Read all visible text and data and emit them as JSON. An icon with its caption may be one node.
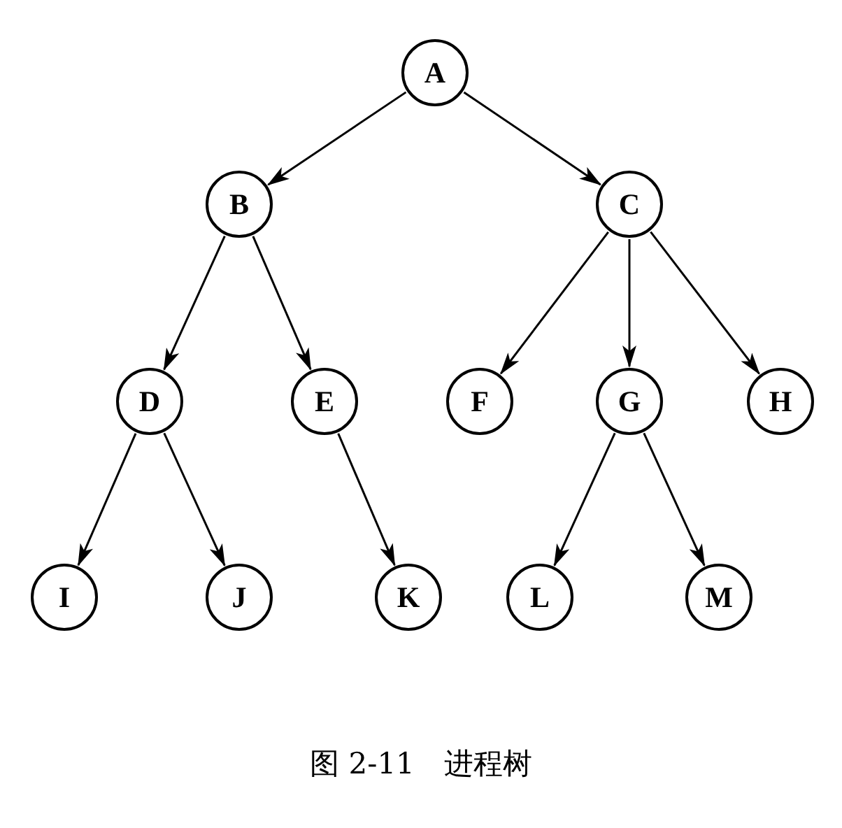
{
  "diagram": {
    "caption": "图 2-11　进程树",
    "nodes": [
      {
        "text": [
          "A"
        ]
      },
      {
        "text": [
          "B"
        ]
      },
      {
        "text": [
          "C"
        ]
      },
      {
        "text": [
          "D"
        ]
      },
      {
        "text": [
          "E"
        ]
      },
      {
        "text": [
          "F"
        ]
      },
      {
        "text": [
          "G"
        ]
      },
      {
        "text": [
          "H"
        ]
      },
      {
        "text": [
          "I"
        ]
      },
      {
        "text": [
          "J"
        ]
      },
      {
        "text": [
          "K"
        ]
      },
      {
        "text": [
          "L"
        ]
      },
      {
        "text": [
          "M"
        ]
      }
    ],
    "edges": [
      {
        "from": 0,
        "to": 1,
        "arrow": "to"
      },
      {
        "from": 0,
        "to": 2,
        "arrow": "to"
      },
      {
        "from": 1,
        "to": 3,
        "arrow": "to"
      },
      {
        "from": 1,
        "to": 4,
        "arrow": "to"
      },
      {
        "from": 2,
        "to": 5,
        "arrow": "to"
      },
      {
        "from": 2,
        "to": 6,
        "arrow": "to"
      },
      {
        "from": 2,
        "to": 7,
        "arrow": "to"
      },
      {
        "from": 3,
        "to": 8,
        "arrow": "to"
      },
      {
        "from": 3,
        "to": 9,
        "arrow": "to"
      },
      {
        "from": 4,
        "to": 10,
        "arrow": "to"
      },
      {
        "from": 6,
        "to": 11,
        "arrow": "to"
      },
      {
        "from": 6,
        "to": 12,
        "arrow": "to"
      }
    ]
  }
}
